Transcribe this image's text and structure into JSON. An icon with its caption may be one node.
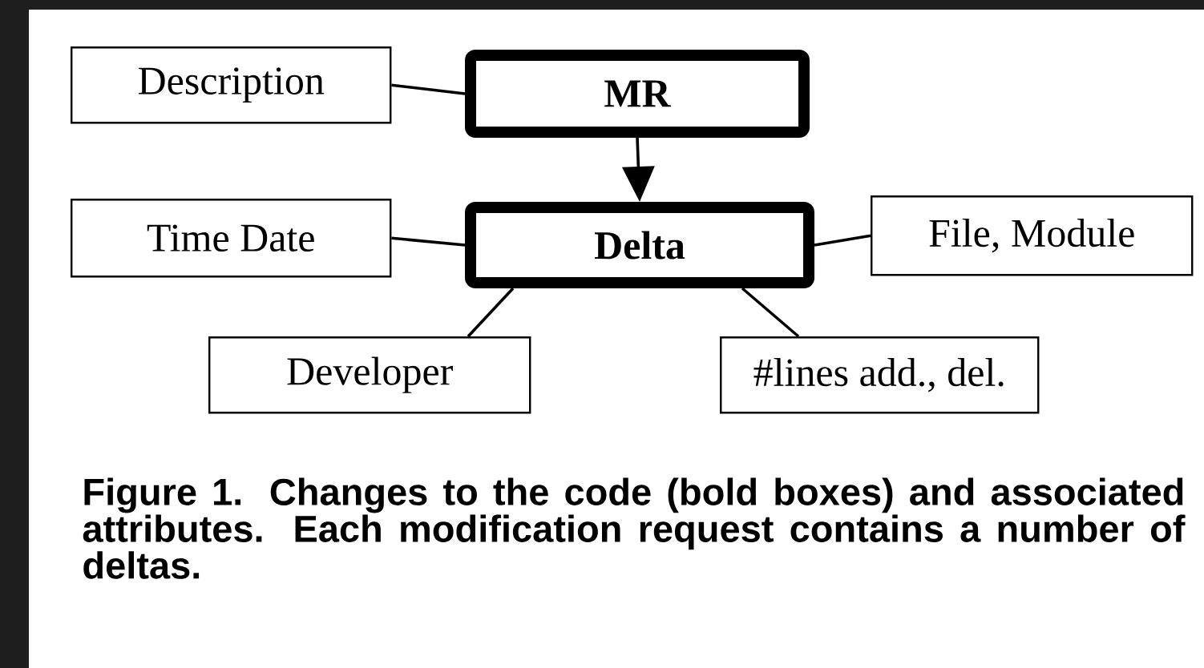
{
  "diagram": {
    "caption": "Figure 1. Changes to the code (bold boxes) and associated attributes. Each modification request contains a number of deltas.",
    "nodes": [
      {
        "text": [
          "Description"
        ]
      },
      {
        "text": [
          "MR"
        ]
      },
      {
        "text": [
          "Time Date"
        ]
      },
      {
        "text": [
          "Delta"
        ]
      },
      {
        "text": [
          "File, Module"
        ]
      },
      {
        "text": [
          "Developer"
        ]
      },
      {
        "text": [
          "#lines add., del."
        ]
      }
    ],
    "edges": [
      {
        "from": 0,
        "to": 1,
        "arrow": "none"
      },
      {
        "from": 1,
        "to": 3,
        "arrow": "to"
      },
      {
        "from": 2,
        "to": 3,
        "arrow": "none"
      },
      {
        "from": 3,
        "to": 4,
        "arrow": "none"
      },
      {
        "from": 3,
        "to": 5,
        "arrow": "none"
      },
      {
        "from": 3,
        "to": 6,
        "arrow": "none"
      }
    ]
  }
}
